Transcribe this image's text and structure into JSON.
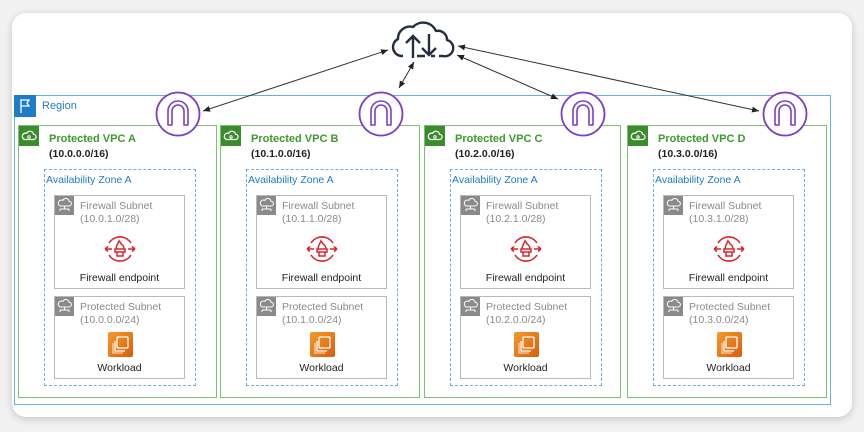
{
  "internet": {
    "icon": "internet-cloud-upload-download-icon"
  },
  "region": {
    "label": "Region",
    "icon": "region-flag-icon"
  },
  "colors": {
    "region_border": "#6aaee0",
    "region_accent": "#1f7cc7",
    "vpc_border": "#7dc26e",
    "vpc_badge": "#3d8b2f",
    "vpc_title": "#3d9a2c",
    "gateway": "#7a3fc9",
    "firewall": "#d7262f",
    "workload_orange": "#e8730f",
    "subnet_gray": "#8a8a8a"
  },
  "vpcs": [
    {
      "title": "Protected VPC A",
      "cidr": "(10.0.0.0/16)",
      "az": "Availability Zone A",
      "firewall_subnet": {
        "name": "Firewall Subnet",
        "cidr": "(10.0.1.0/28)",
        "endpoint_label": "Firewall endpoint"
      },
      "protected_subnet": {
        "name": "Protected Subnet",
        "cidr": "(10.0.0.0/24)",
        "workload_label": "Workload"
      }
    },
    {
      "title": "Protected VPC B",
      "cidr": "(10.1.0.0/16)",
      "az": "Availability Zone A",
      "firewall_subnet": {
        "name": "Firewall Subnet",
        "cidr": "(10.1.1.0/28)",
        "endpoint_label": "Firewall endpoint"
      },
      "protected_subnet": {
        "name": "Protected Subnet",
        "cidr": "(10.1.0.0/24)",
        "workload_label": "Workload"
      }
    },
    {
      "title": "Protected VPC C",
      "cidr": "(10.2.0.0/16)",
      "az": "Availability Zone A",
      "firewall_subnet": {
        "name": "Firewall Subnet",
        "cidr": "(10.2.1.0/28)",
        "endpoint_label": "Firewall endpoint"
      },
      "protected_subnet": {
        "name": "Protected Subnet",
        "cidr": "(10.2.0.0/24)",
        "workload_label": "Workload"
      }
    },
    {
      "title": "Protected VPC D",
      "cidr": "(10.3.0.0/16)",
      "az": "Availability Zone A",
      "firewall_subnet": {
        "name": "Firewall Subnet",
        "cidr": "(10.3.1.0/28)",
        "endpoint_label": "Firewall endpoint"
      },
      "protected_subnet": {
        "name": "Protected Subnet",
        "cidr": "(10.3.0.0/24)",
        "workload_label": "Workload"
      }
    }
  ]
}
